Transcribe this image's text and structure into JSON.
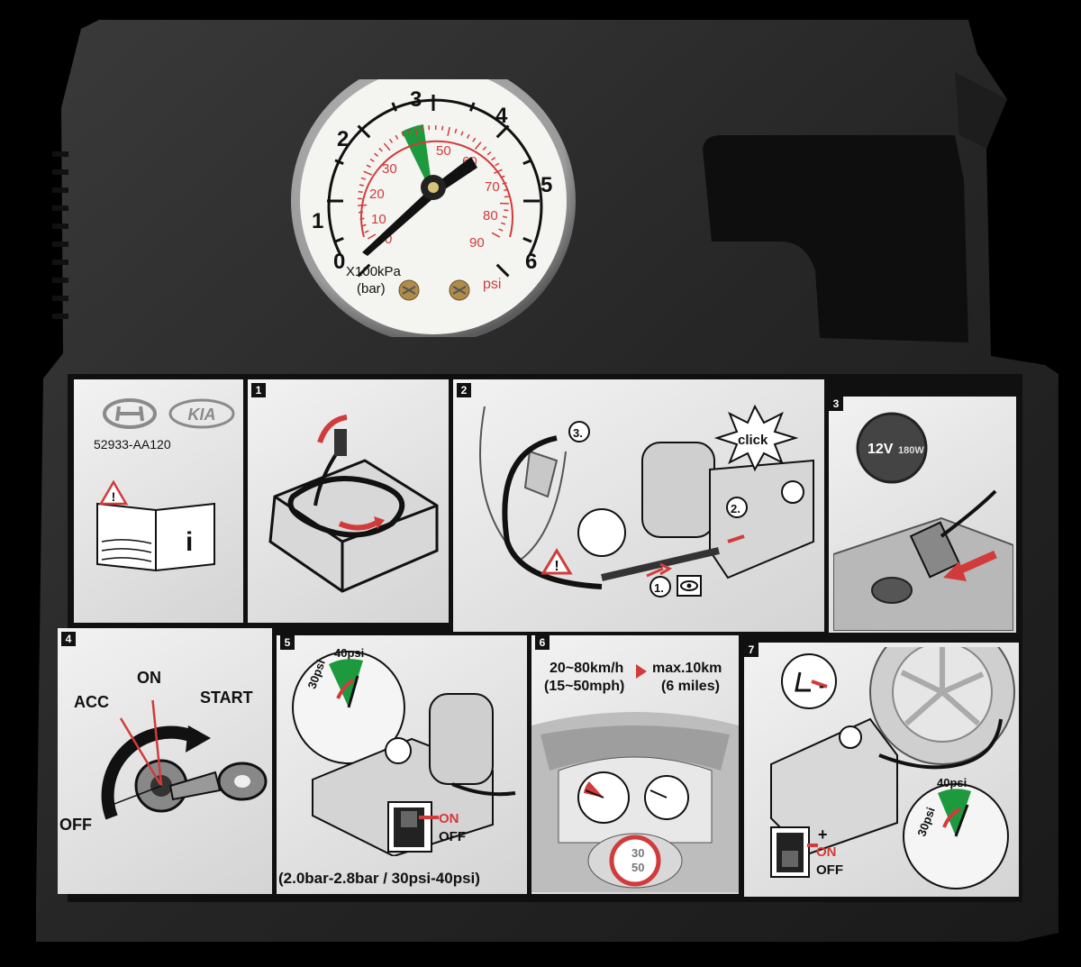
{
  "gauge": {
    "bar_ticks": [
      "0",
      "1",
      "2",
      "3",
      "4",
      "5",
      "6"
    ],
    "psi_ticks": [
      "0",
      "10",
      "20",
      "30",
      "50",
      "60",
      "70",
      "80",
      "90"
    ],
    "unit_main": "X100kPa",
    "unit_bar": "(bar)",
    "unit_psi": "psi"
  },
  "label": {
    "part_number": "52933-AA120",
    "steps": [
      "1",
      "2",
      "3",
      "4",
      "5",
      "6",
      "7"
    ],
    "step2": {
      "click": "click",
      "marker1": "1.",
      "marker2": "2.",
      "marker3": "3."
    },
    "step3": {
      "socket_label": "12V",
      "socket_watt": "180W"
    },
    "step4": {
      "acc": "ACC",
      "on": "ON",
      "start": "START",
      "off": "OFF"
    },
    "step5": {
      "psi_low": "30psi",
      "psi_high": "40psi",
      "switch_on": "ON",
      "switch_off": "OFF",
      "range": "(2.0bar-2.8bar / 30psi-40psi)"
    },
    "step6": {
      "speed_line1": "20~80km/h",
      "speed_line2": "(15~50mph)",
      "dist_line1": "max.10km",
      "dist_line2": "(6 miles)",
      "sign_top": "30",
      "sign_bottom": "50"
    },
    "step7": {
      "psi_low": "30psi",
      "psi_high": "40psi",
      "switch_on": "ON",
      "switch_off": "OFF",
      "plus": "+",
      "minus": "-"
    }
  }
}
